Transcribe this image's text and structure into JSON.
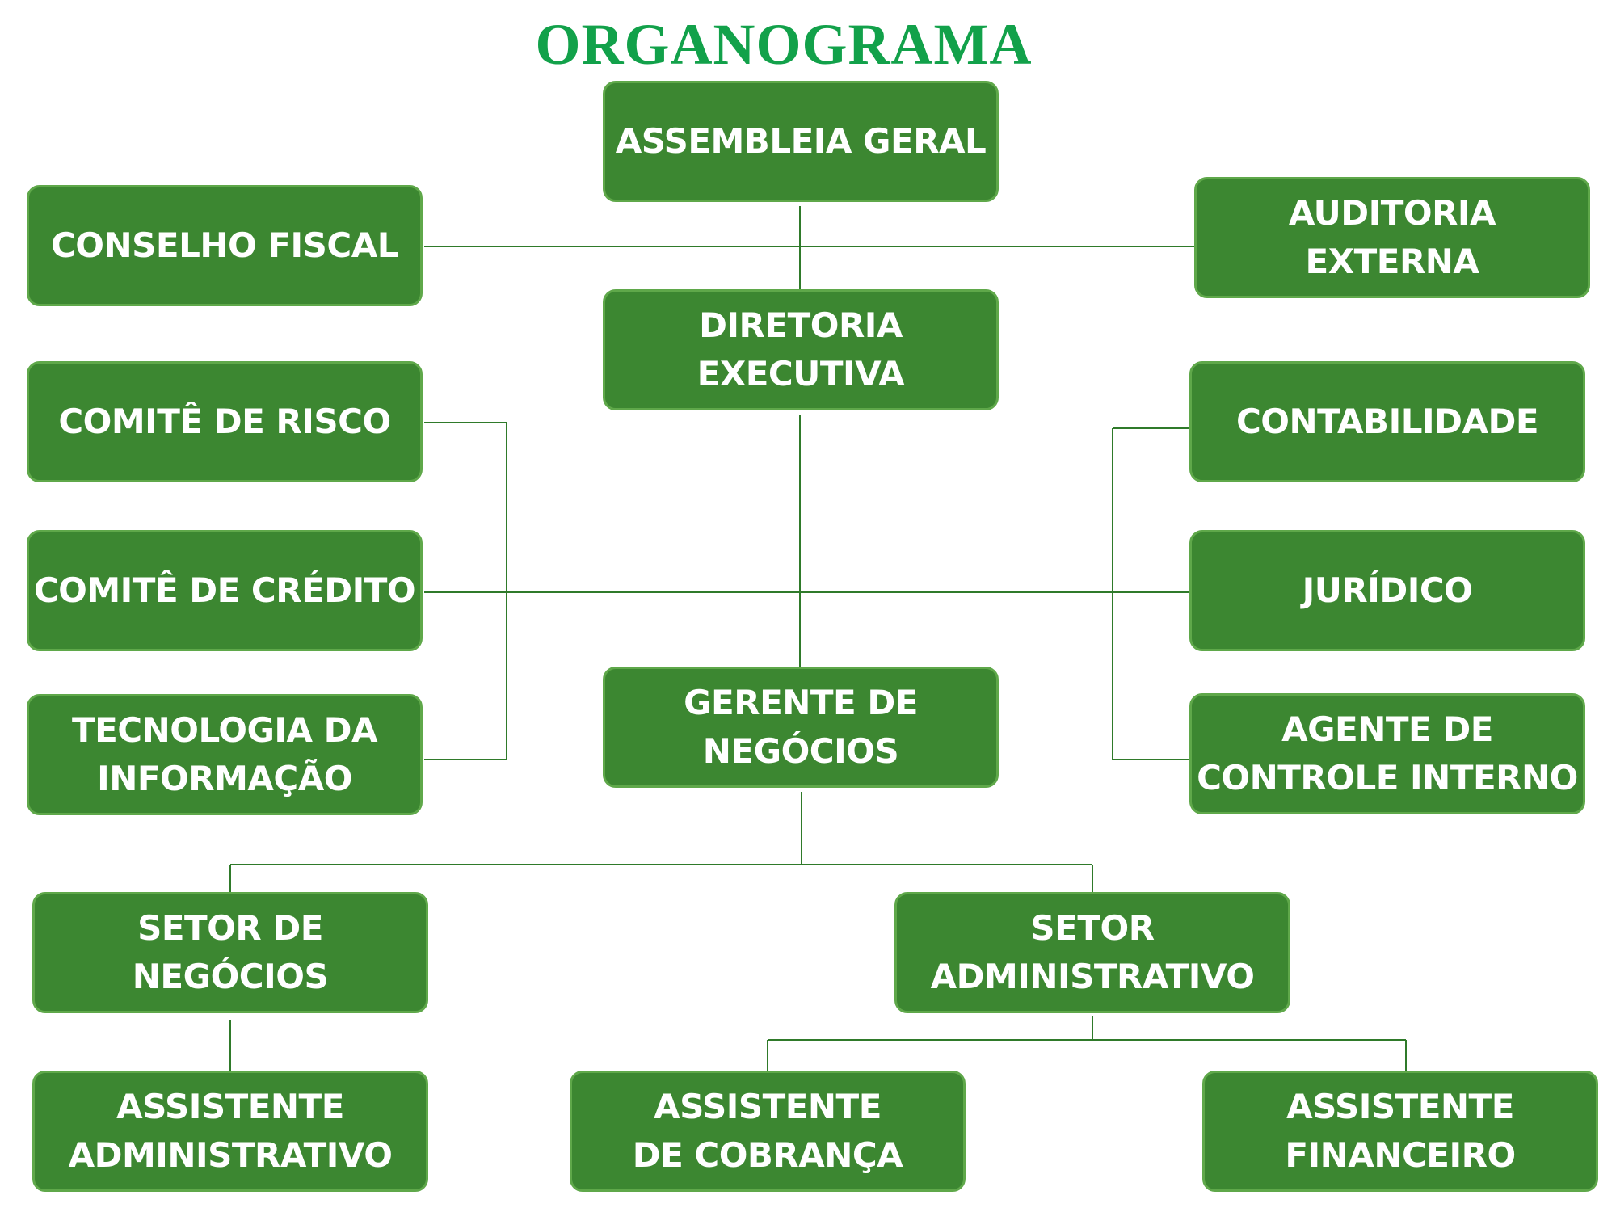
{
  "title": "ORGANOGRAMA",
  "colors": {
    "title": "#12a14a",
    "box_fill": "#3c8731",
    "box_border": "#5fa84a",
    "line": "#2f7a2a"
  },
  "nodes": {
    "assembleia_geral": "ASSEMBLEIA GERAL",
    "conselho_fiscal": "CONSELHO FISCAL",
    "auditoria_externa": "AUDITORIA\nEXTERNA",
    "diretoria_executiva": "DIRETORIA\nEXECUTIVA",
    "comite_risco": "COMITÊ DE RISCO",
    "contabilidade": "CONTABILIDADE",
    "comite_credito": "COMITÊ DE CRÉDITO",
    "juridico": "JURÍDICO",
    "tecnologia_informacao": "TECNOLOGIA DA\nINFORMAÇÃO",
    "gerente_negocios": "GERENTE DE\nNEGÓCIOS",
    "agente_controle_interno": "AGENTE DE\nCONTROLE INTERNO",
    "setor_negocios": "SETOR DE NEGÓCIOS",
    "setor_administrativo": "SETOR\nADMINISTRATIVO",
    "assistente_administrativo": "ASSISTENTE\nADMINISTRATIVO",
    "assistente_cobranca": "ASSISTENTE\nDE COBRANÇA",
    "assistente_financeiro": "ASSISTENTE\nFINANCEIRO"
  }
}
